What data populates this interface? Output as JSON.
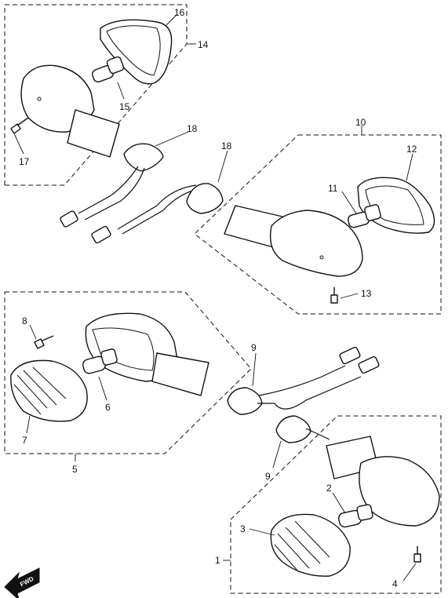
{
  "callouts": {
    "c1": "1",
    "c2": "2",
    "c3": "3",
    "c4": "4",
    "c5": "5",
    "c6": "6",
    "c7": "7",
    "c8": "8",
    "c9a": "9",
    "c9b": "9",
    "c10": "10",
    "c11": "11",
    "c12": "12",
    "c13": "13",
    "c14": "14",
    "c15": "15",
    "c16": "16",
    "c17": "17",
    "c18a": "18",
    "c18b": "18"
  },
  "direction_marker": {
    "text": "FWD",
    "icon": "forward-arrow-icon"
  }
}
